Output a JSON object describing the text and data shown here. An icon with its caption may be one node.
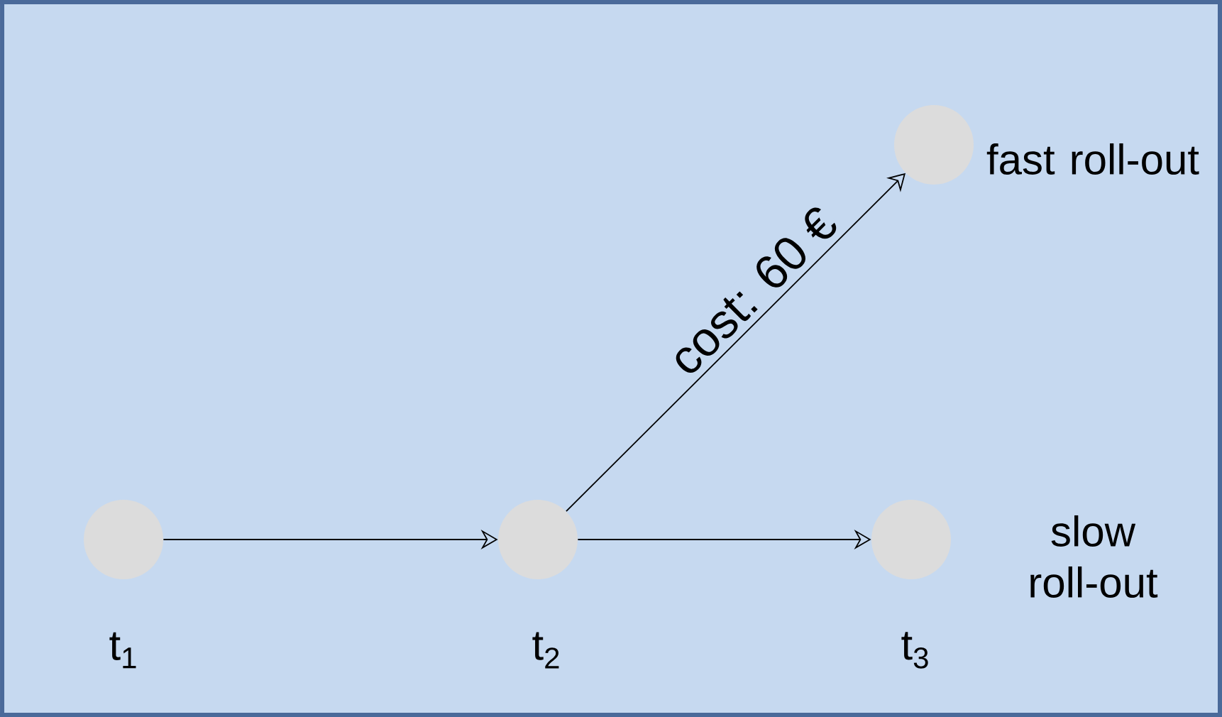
{
  "diagram": {
    "nodes": [
      {
        "text": [],
        "shape": "circle",
        "beside": [
          "fast roll-out"
        ]
      },
      {
        "text": [],
        "shape": "circle",
        "beside": [
          "t$_{1}$"
        ]
      },
      {
        "text": [],
        "shape": "circle",
        "beside": [
          "t$_{2}$"
        ]
      },
      {
        "text": [],
        "shape": "circle",
        "beside": [
          "t$_{3}$",
          "slow roll-out"
        ]
      }
    ],
    "edges": [
      {
        "from": 1,
        "to": 2,
        "arrow": "to"
      },
      {
        "from": 2,
        "to": 0,
        "arrow": "to",
        "label": "cost: 60 €"
      },
      {
        "from": 2,
        "to": 3,
        "arrow": "to"
      }
    ]
  }
}
